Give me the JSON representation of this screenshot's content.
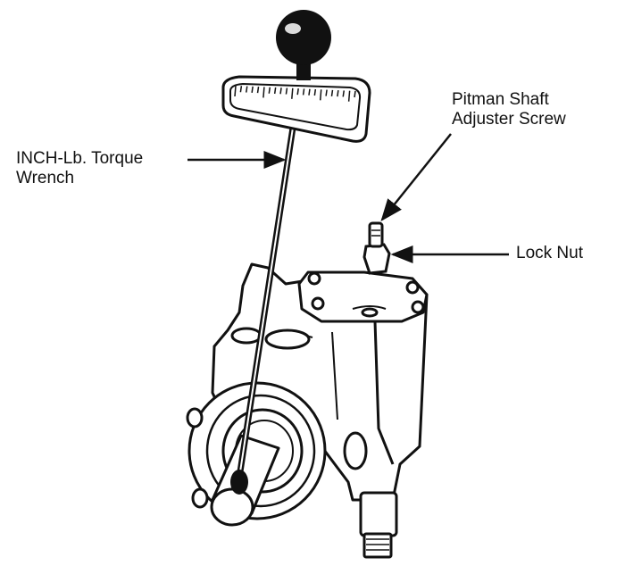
{
  "labels": {
    "torque_wrench": [
      "INCH-Lb. Torque",
      "Wrench"
    ],
    "pitman_adjuster": [
      "Pitman Shaft",
      "Adjuster Screw"
    ],
    "lock_nut": "Lock Nut"
  },
  "colors": {
    "ink": "#111111",
    "paper": "#ffffff"
  }
}
